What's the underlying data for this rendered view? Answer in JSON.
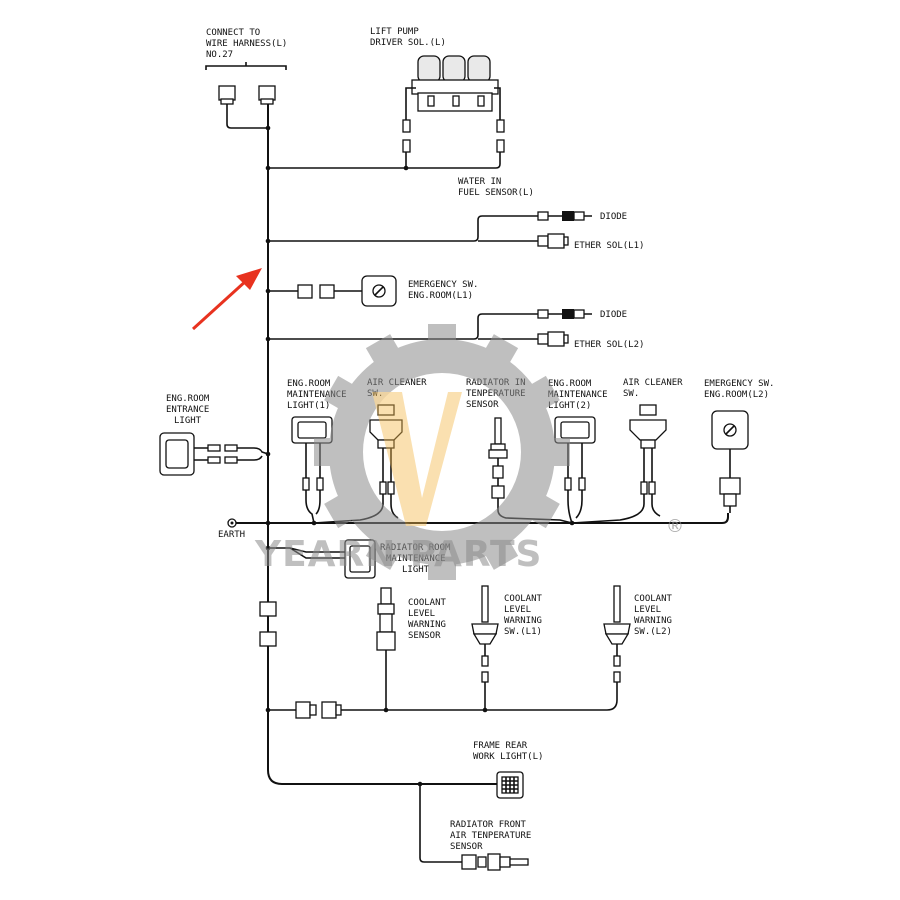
{
  "labels": {
    "connect": [
      "CONNECT TO",
      "WIRE HARNESS(L)",
      "NO.27"
    ],
    "lift_pump": [
      "LIFT PUMP",
      "DRIVER SOL.(L)"
    ],
    "water_in": [
      "WATER IN",
      "FUEL SENSOR(L)"
    ],
    "diode1": "DIODE",
    "ether1": "ETHER SOL(L1)",
    "emergency1": [
      "EMERGENCY SW.",
      "ENG.ROOM(L1)"
    ],
    "diode2": "DIODE",
    "ether2": "ETHER SOL(L2)",
    "entrance": [
      "ENG.ROOM",
      "ENTRANCE",
      "LIGHT"
    ],
    "maint1": [
      "ENG.ROOM",
      "MAINTENANCE",
      "LIGHT(1)"
    ],
    "air1": [
      "AIR CLEANER",
      "SW."
    ],
    "radtemp": [
      "RADIATOR IN",
      "TENPERATURE",
      "SENSOR"
    ],
    "maint2": [
      "ENG.ROOM",
      "MAINTENANCE",
      "LIGHT(2)"
    ],
    "air2": [
      "AIR CLEANER",
      "SW."
    ],
    "emergency2": [
      "EMERGENCY SW.",
      "ENG.ROOM(L2)"
    ],
    "earth": "EARTH",
    "radroom": [
      "RADIATOR ROOM",
      "MAINTENANCE",
      "LIGHT"
    ],
    "coolant": [
      "COOLANT",
      "LEVEL",
      "WARNING",
      "SENSOR"
    ],
    "cool1": [
      "COOLANT",
      "LEVEL",
      "WARNING",
      "SW.(L1)"
    ],
    "cool2": [
      "COOLANT",
      "LEVEL",
      "WARNING",
      "SW.(L2)"
    ],
    "frame": [
      "FRAME REAR",
      "WORK LIGHT(L)"
    ],
    "radfront": [
      "RADIATOR FRONT",
      "AIR TENPERATURE",
      "SENSOR"
    ]
  },
  "watermark": {
    "brand": "YEARN PARTS",
    "registered": "®",
    "gear_color": "#8c8c8c",
    "accent_color": "#f2b84b"
  },
  "annotation": {
    "arrow_color": "#e8321f"
  }
}
